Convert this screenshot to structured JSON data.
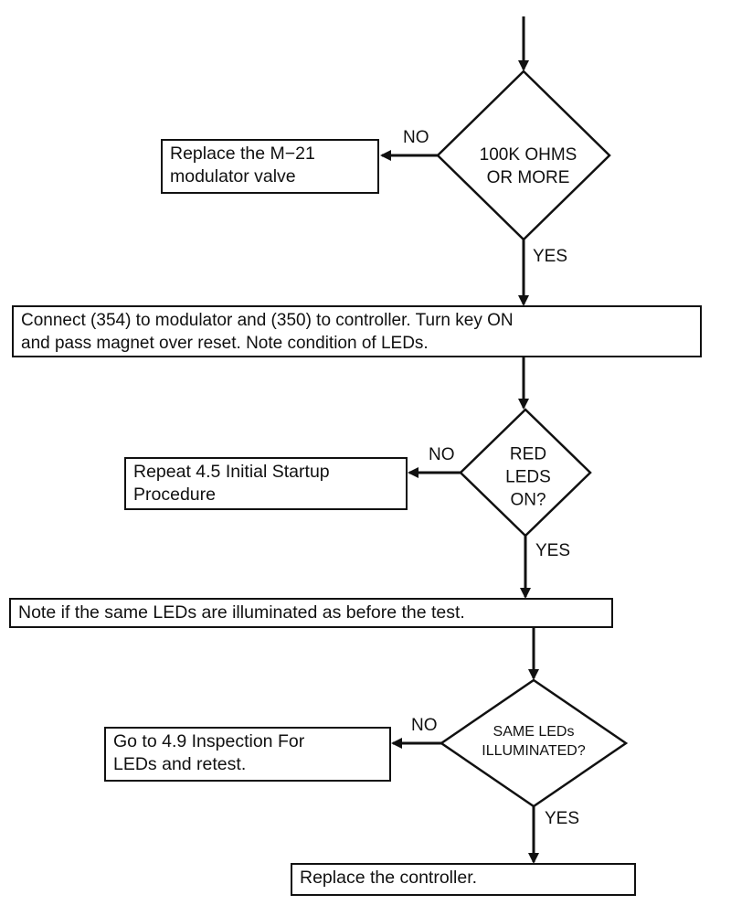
{
  "boxes": {
    "replace_modulator": [
      "Replace the M−21",
      "modulator valve"
    ],
    "connect": [
      "Connect (354) to modulator and (350) to controller. Turn key ON",
      "and pass magnet over reset. Note condition of LEDs."
    ],
    "repeat_startup": [
      "Repeat 4.5 Initial Startup",
      "Procedure"
    ],
    "note_leds": [
      "Note if the same LEDs are illuminated as before the test."
    ],
    "goto_inspection": [
      "Go to 4.9 Inspection For",
      "LEDs and retest."
    ],
    "replace_controller": [
      "Replace  the controller."
    ]
  },
  "decisions": {
    "ohms": [
      "100K OHMS",
      "OR MORE"
    ],
    "red_leds": [
      "RED",
      "LEDS",
      "ON?"
    ],
    "same_leds": [
      "SAME LEDs",
      "ILLUMINATED?"
    ]
  },
  "labels": {
    "no": "NO",
    "yes": "YES"
  },
  "colors": {
    "ink": "#111111",
    "paper": "#ffffff"
  }
}
